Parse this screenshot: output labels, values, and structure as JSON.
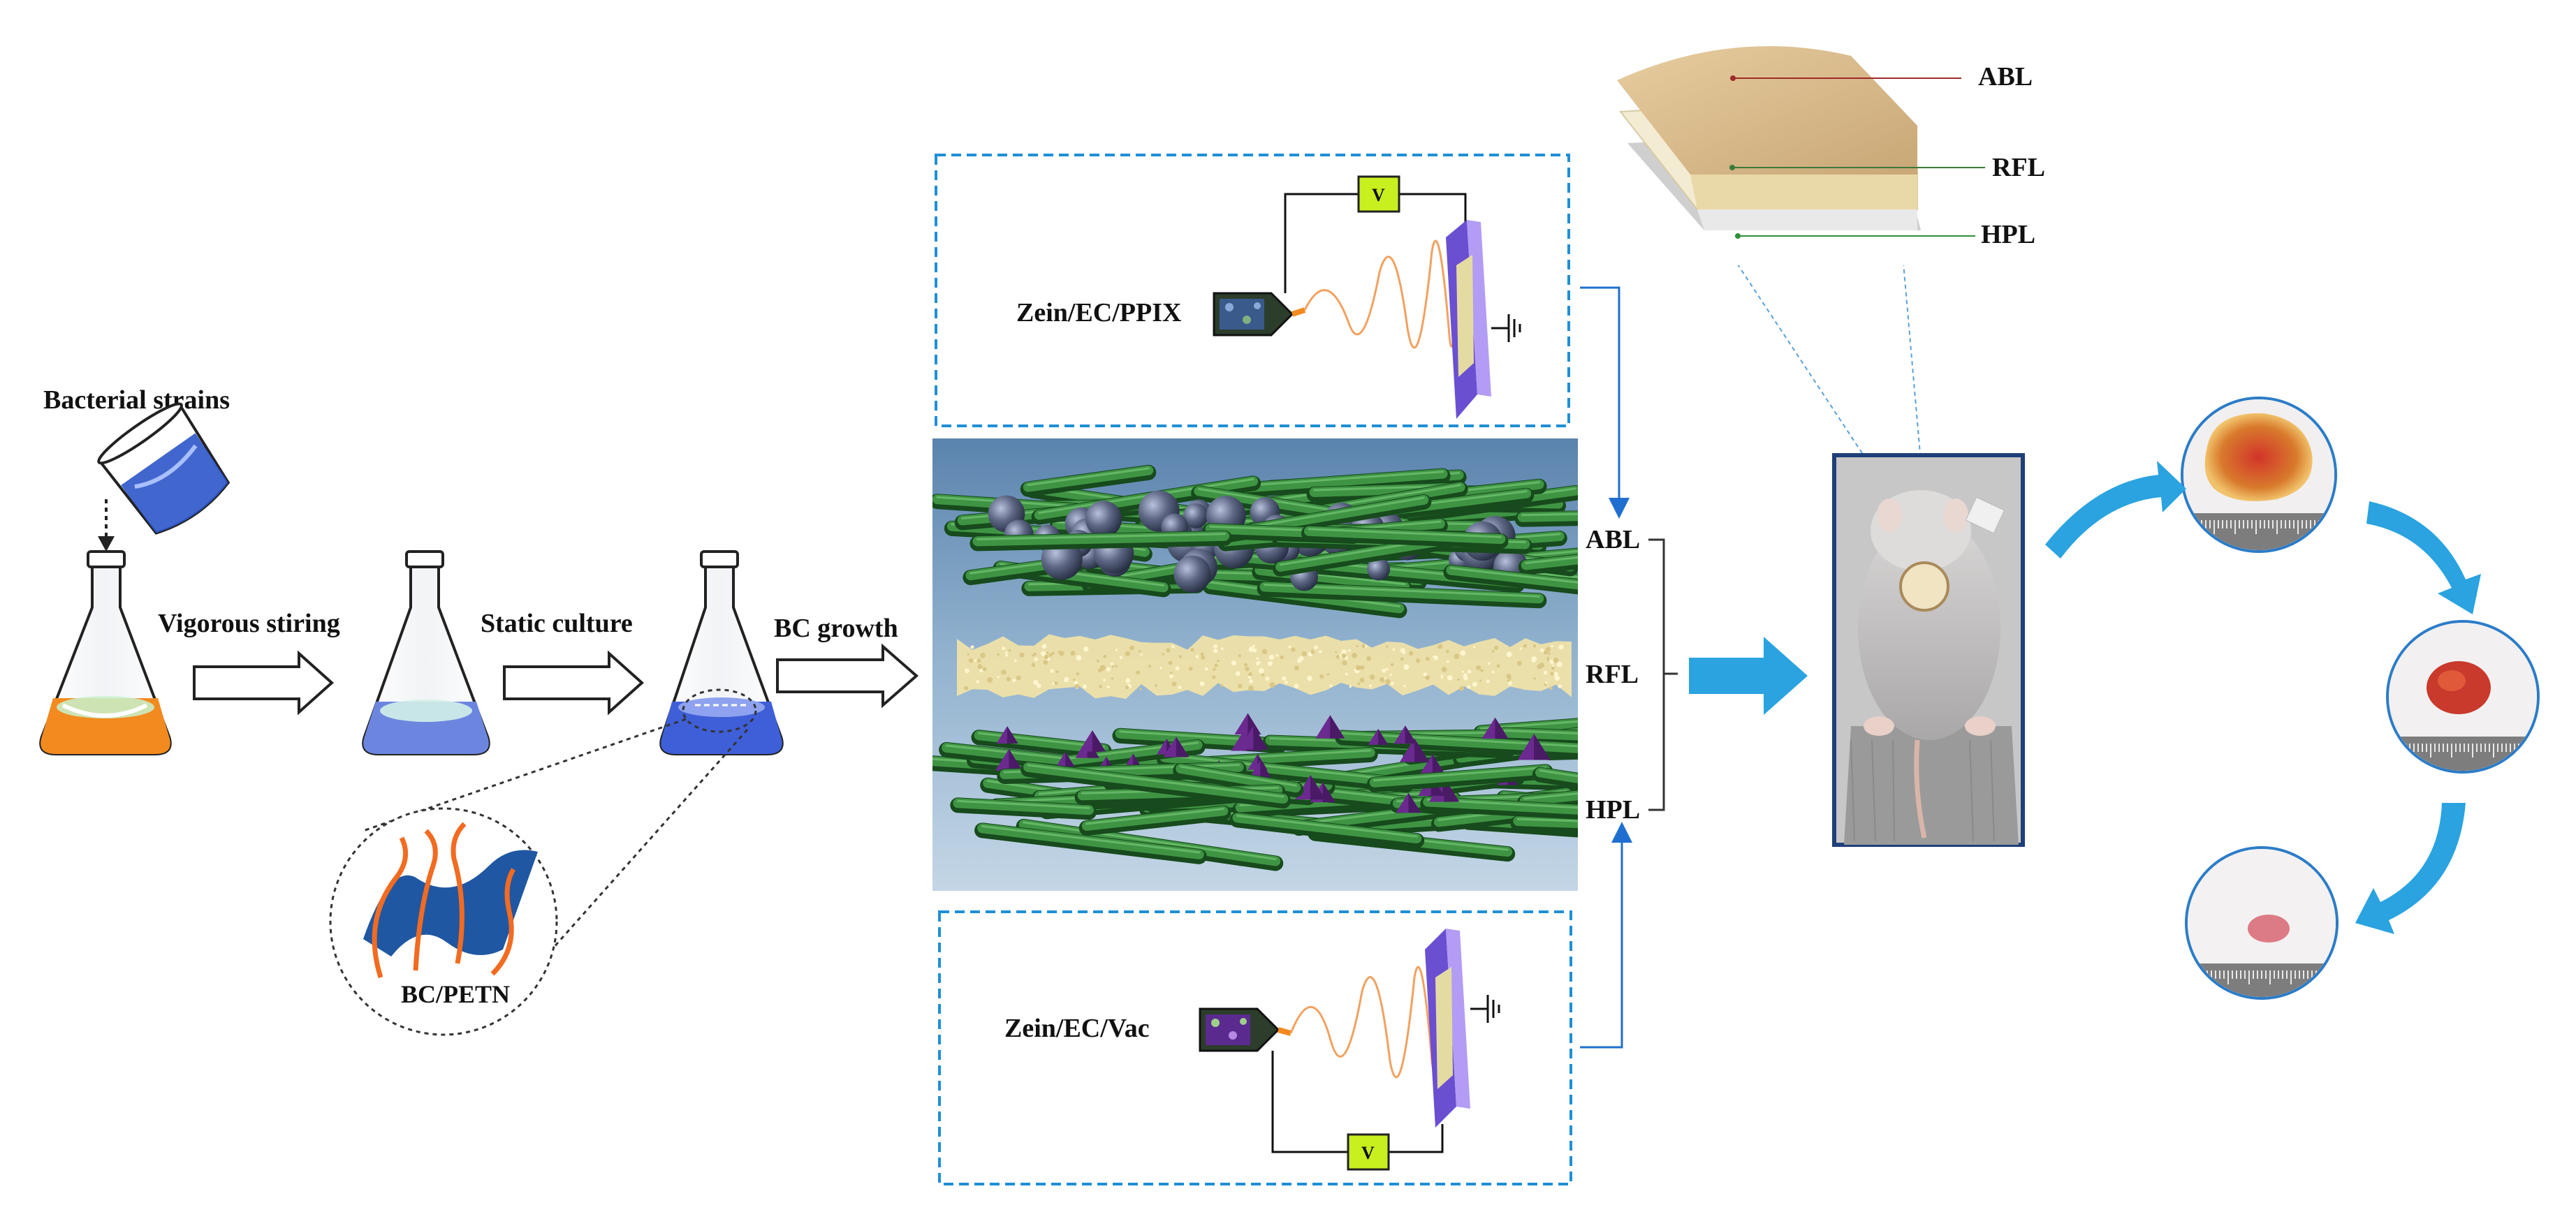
{
  "labels": {
    "bacterial_strains": "Bacterial strains",
    "vigorous_stiring": "Vigorous stiring",
    "static_culture": "Static culture",
    "bc_growth": "BC growth",
    "bc_petn": "BC/PETN",
    "zein_ec_ppix": "Zein/EC/PPIX",
    "zein_ec_vac": "Zein/EC/Vac",
    "voltage_top": "V",
    "voltage_bottom": "V",
    "layer_abl": "ABL",
    "layer_rfl": "RFL",
    "layer_hpl": "HPL",
    "dressing_abl": "ABL",
    "dressing_rfl": "RFL",
    "dressing_hpl": "HPL"
  },
  "colors": {
    "flask_liquid_1": "#f28a1f",
    "flask_liquid_2": "#5b73d6",
    "flask_liquid_3": "#3f5fd8",
    "fiber_green": "#2f7d34",
    "bead_gray": "#5d6784",
    "pyramid_purple": "#6b2a8f",
    "middle_layer": "#efe2a8",
    "collector_purple": "#8d6de6",
    "voltage_box": "#c8f01e",
    "dashed_blue": "#1f8fd6",
    "arrow_blue": "#2aa3e0",
    "photo_frame": "#1f3f78"
  },
  "icons": {
    "process_arrow": "hollow-right-arrow-icon",
    "big_arrow": "solid-right-arrow-icon",
    "cycle_arrow": "curved-arrow-icon",
    "ground": "ground-symbol-icon"
  }
}
